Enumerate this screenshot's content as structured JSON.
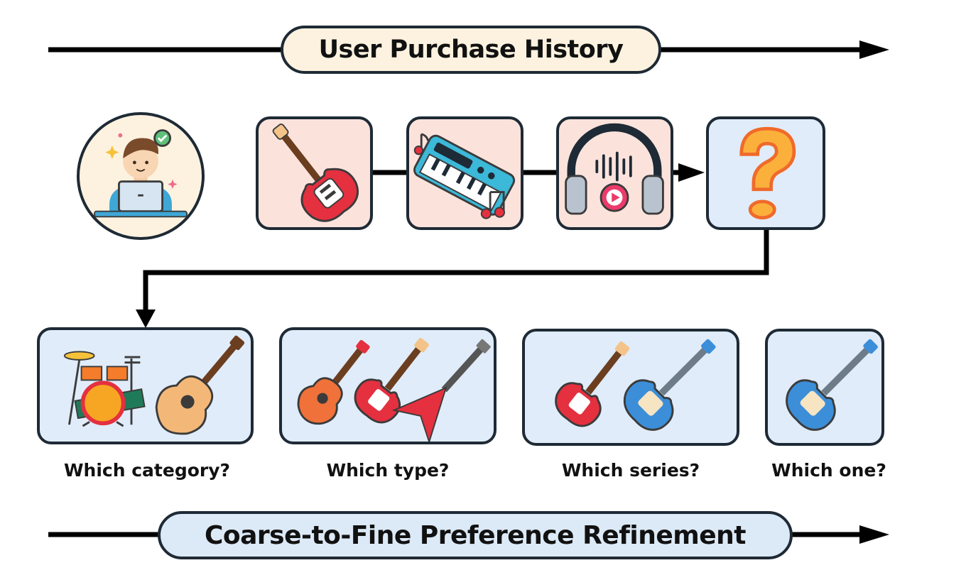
{
  "header": {
    "title": "User Purchase History"
  },
  "history": {
    "items": [
      {
        "icon": "electric-guitar-icon"
      },
      {
        "icon": "keyboard-synth-icon"
      },
      {
        "icon": "headphones-icon"
      },
      {
        "icon": "question-mark-icon"
      }
    ]
  },
  "refinement": {
    "steps": [
      {
        "caption": "Which category?"
      },
      {
        "caption": "Which type?"
      },
      {
        "caption": "Which series?"
      },
      {
        "caption": "Which one?"
      }
    ]
  },
  "footer": {
    "title": "Coarse-to-Fine Preference Refinement"
  },
  "colors": {
    "outline": "#1e2a35",
    "history_box": "#fbe3dc",
    "question_box": "#e0ecf9",
    "refine_box": "#e0ecf9",
    "top_pill": "#fdf2df",
    "bottom_pill": "#dce9f6"
  }
}
